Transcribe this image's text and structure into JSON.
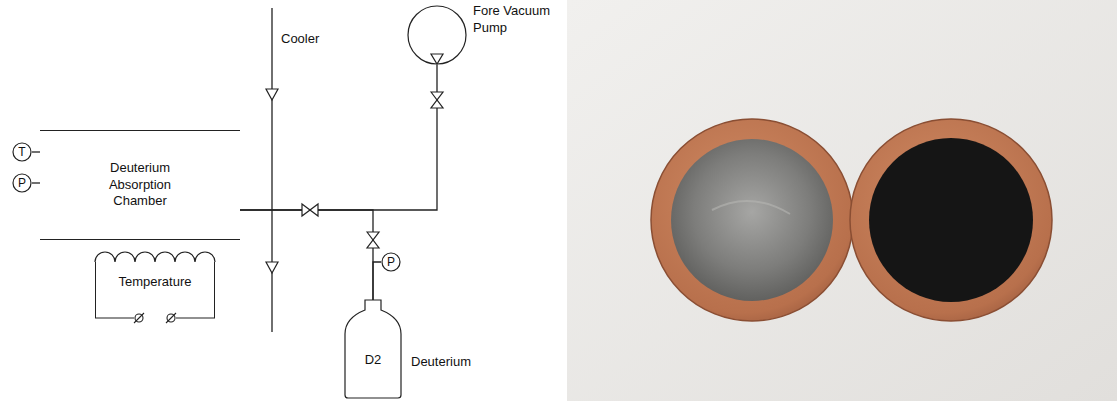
{
  "diagram": {
    "nodes": [
      {
        "text": [
          "T"
        ]
      },
      {
        "text": [
          "P"
        ]
      },
      {
        "text": [
          "Deuterium Absorption Chamber"
        ]
      },
      {
        "text": [
          "Temperature"
        ]
      },
      {
        "text": [
          "Fore Vacuum Pump"
        ]
      },
      {
        "text": [
          "P"
        ]
      },
      {
        "text": [
          "D2",
          "Deuterium"
        ]
      }
    ],
    "edges": [
      {
        "from": 0,
        "to": 2,
        "arrow": "none"
      },
      {
        "from": 1,
        "to": 2,
        "arrow": "none"
      },
      {
        "from": 2,
        "to": 4,
        "arrow": "none"
      },
      {
        "from": 2,
        "to": 6,
        "arrow": "none"
      },
      {
        "from": 5,
        "to": 6,
        "arrow": "none"
      }
    ],
    "labels": [
      "Cooler"
    ]
  }
}
